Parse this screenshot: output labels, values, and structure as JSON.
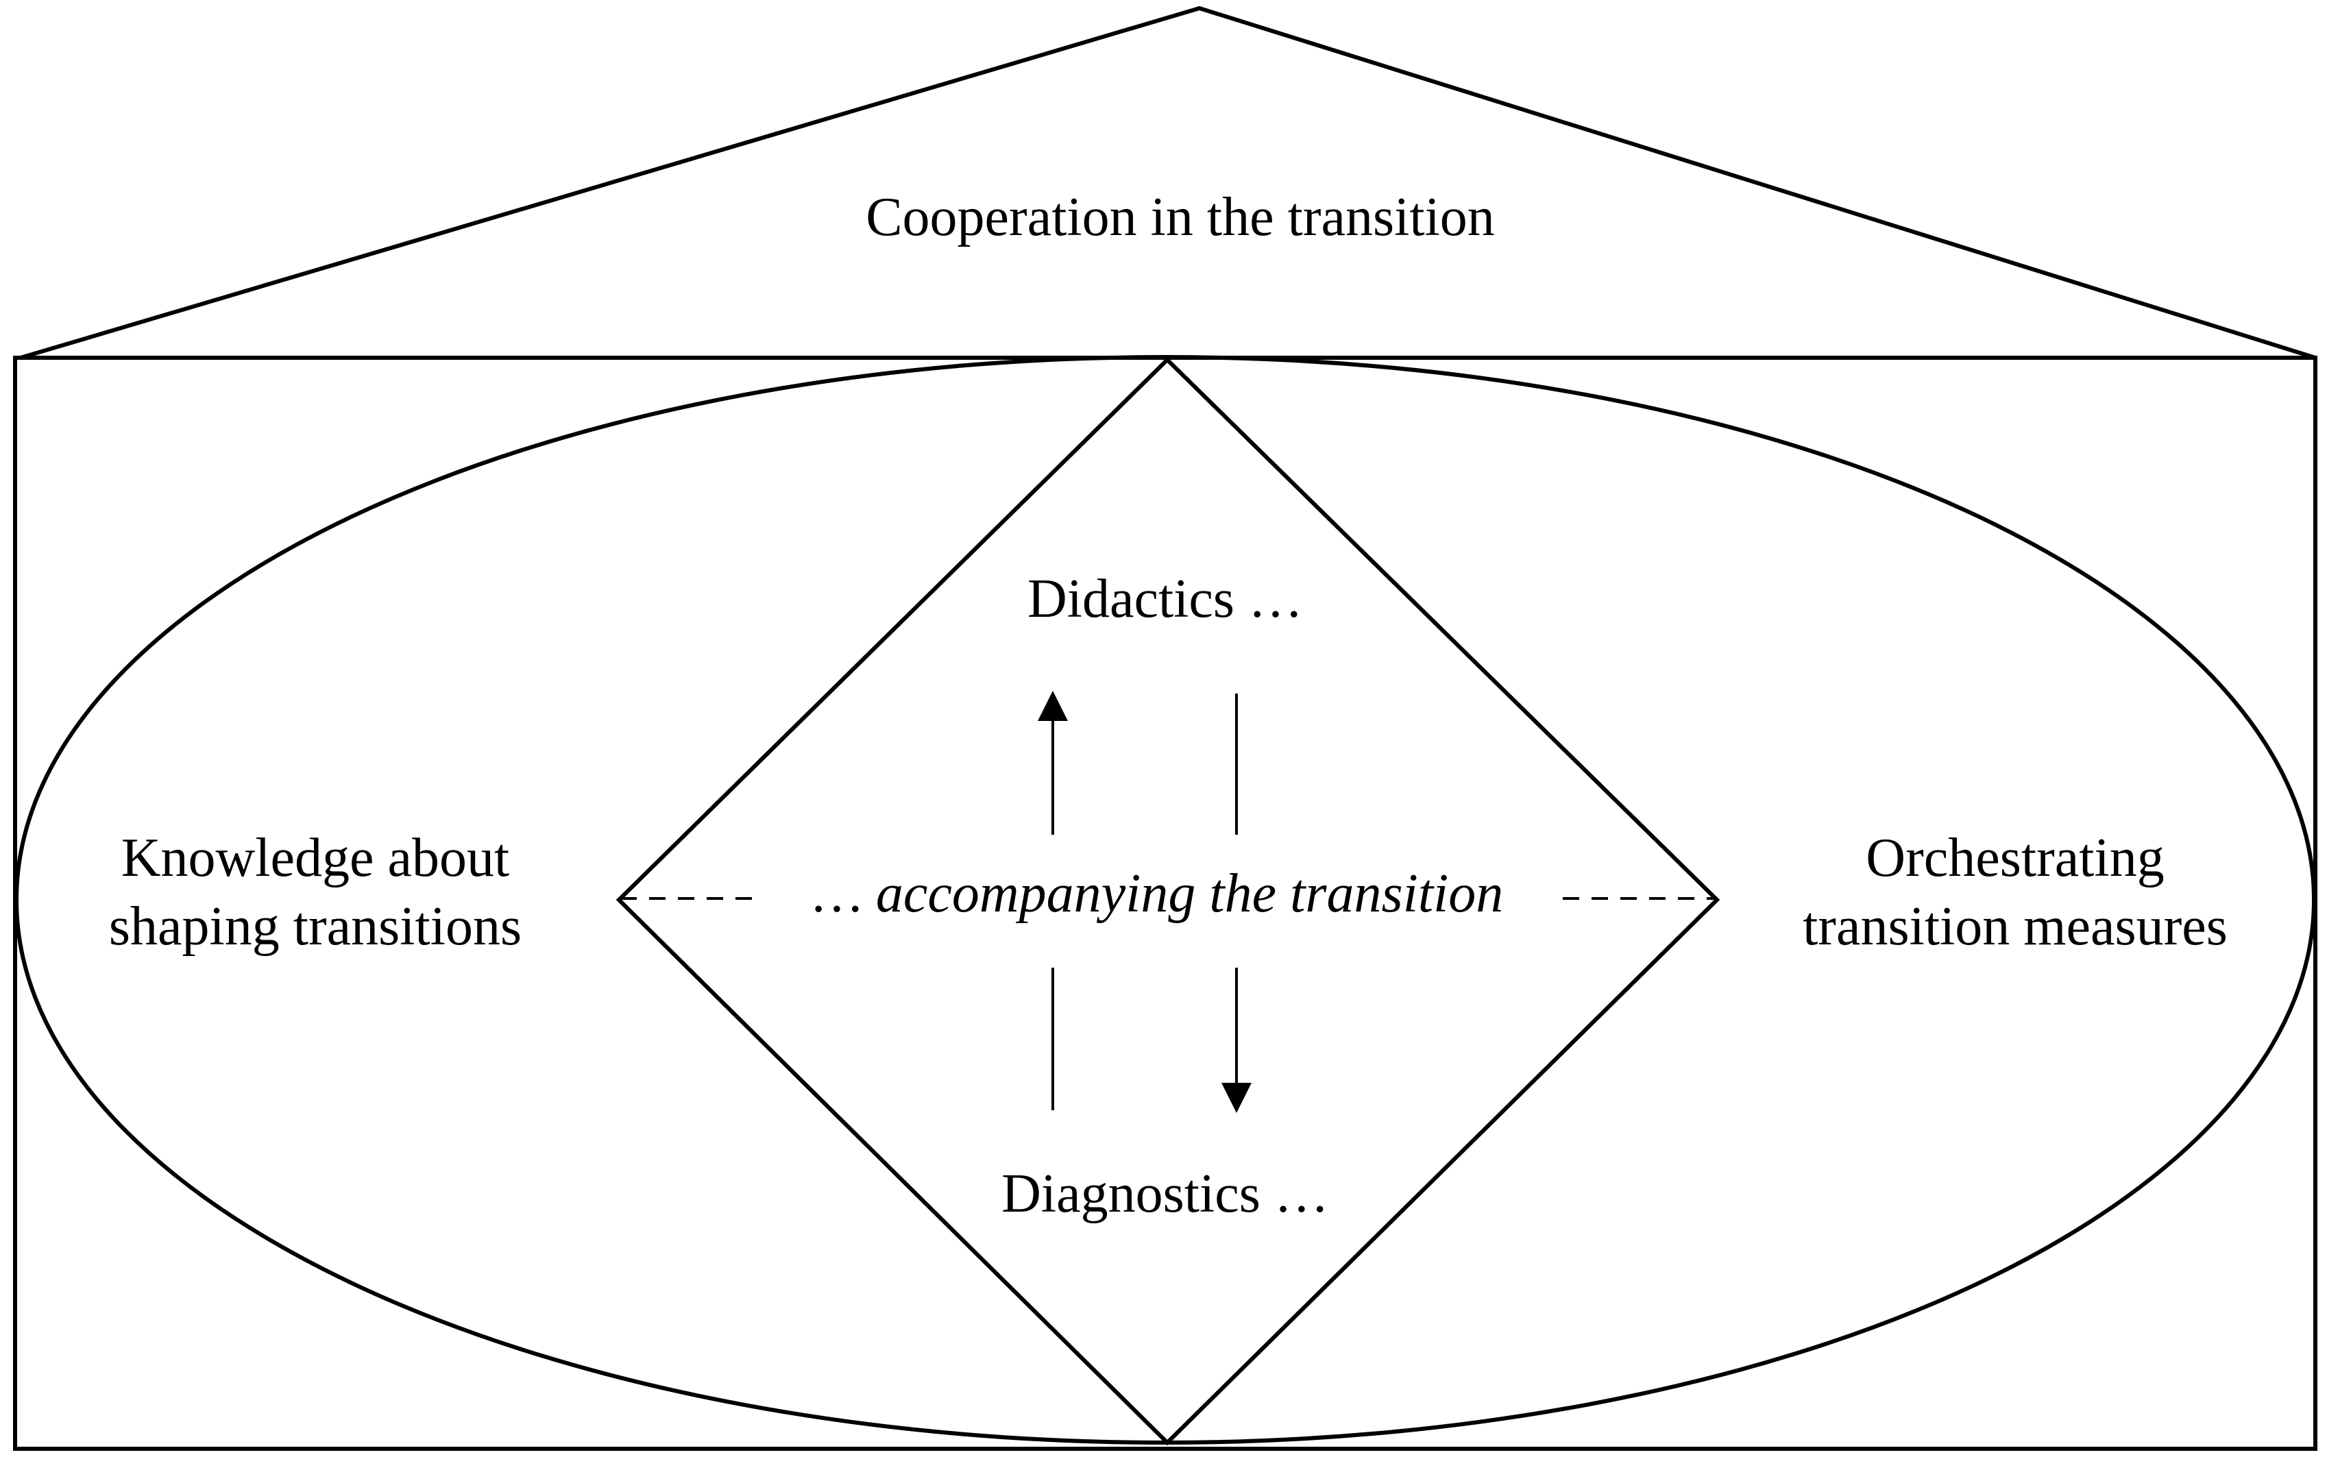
{
  "roof": {
    "label": "Cooperation in the transition"
  },
  "left": {
    "line1": "Knowledge about",
    "line2": "shaping transitions"
  },
  "right": {
    "line1": "Orchestrating",
    "line2": "transition measures"
  },
  "diamond": {
    "top_label": "Didactics …",
    "center_label": "… accompanying the transition",
    "bottom_label": "Diagnostics …"
  }
}
